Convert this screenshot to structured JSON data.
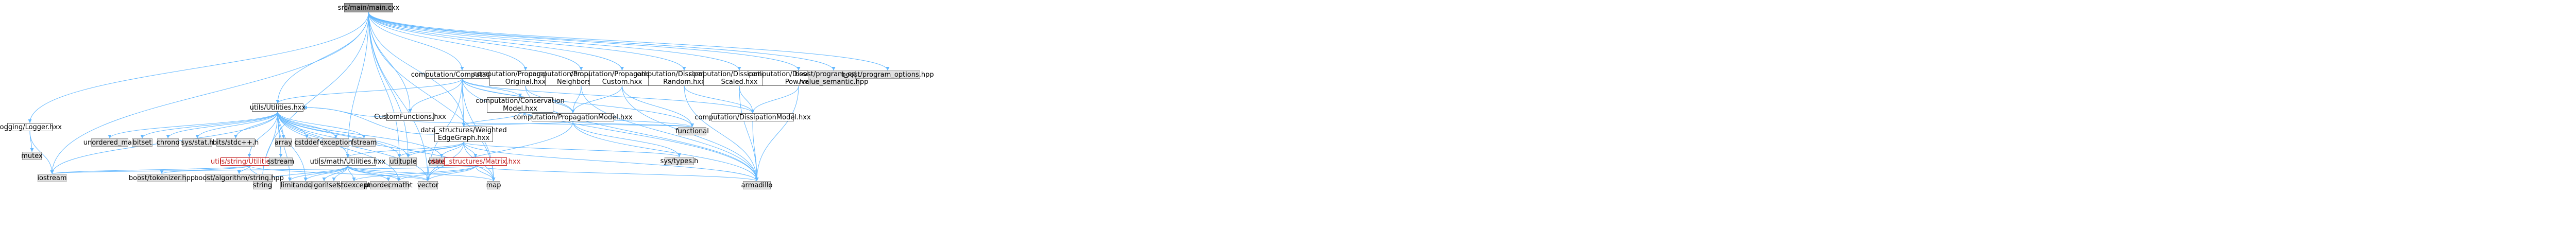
{
  "nodes": [
    {
      "id": "main",
      "label": "src/main/main.cxx",
      "style": "root"
    },
    {
      "id": "logger",
      "label": "logging/Logger.hxx",
      "style": "w"
    },
    {
      "id": "mutex",
      "label": "mutex",
      "style": "g"
    },
    {
      "id": "iostream",
      "label": "iostream",
      "style": "g"
    },
    {
      "id": "utilities",
      "label": "utils/Utilities.hxx",
      "style": "w"
    },
    {
      "id": "unordered_map",
      "label": "unordered_map",
      "style": "g"
    },
    {
      "id": "bitset",
      "label": "bitset",
      "style": "g"
    },
    {
      "id": "chrono",
      "label": "chrono",
      "style": "g"
    },
    {
      "id": "sysstat",
      "label": "sys/stat.h",
      "style": "g"
    },
    {
      "id": "bitsstdc",
      "label": "bits/stdc++.h",
      "style": "g"
    },
    {
      "id": "array",
      "label": "array",
      "style": "g"
    },
    {
      "id": "cstddef",
      "label": "cstddef",
      "style": "g"
    },
    {
      "id": "exception",
      "label": "exception",
      "style": "g"
    },
    {
      "id": "fstream",
      "label": "fstream",
      "style": "g"
    },
    {
      "id": "stringutil",
      "label": "utils/string/Utilities.hxx",
      "style": "red"
    },
    {
      "id": "tokenizer",
      "label": "boost/tokenizer.hpp",
      "style": "g"
    },
    {
      "id": "algostring",
      "label": "boost/algorithm/string.hpp",
      "style": "g"
    },
    {
      "id": "sstream",
      "label": "sstream",
      "style": "g"
    },
    {
      "id": "mathutil",
      "label": "utils/math/Utilities.hxx",
      "style": "w"
    },
    {
      "id": "string",
      "label": "string",
      "style": "g"
    },
    {
      "id": "limits",
      "label": "limits",
      "style": "g"
    },
    {
      "id": "random",
      "label": "random",
      "style": "g"
    },
    {
      "id": "algorithm",
      "label": "algorithm",
      "style": "g"
    },
    {
      "id": "set",
      "label": "set",
      "style": "g"
    },
    {
      "id": "stdexcept",
      "label": "stdexcept",
      "style": "g"
    },
    {
      "id": "unordered_set",
      "label": "unordered_set",
      "style": "g"
    },
    {
      "id": "cmath",
      "label": "cmath",
      "style": "g"
    },
    {
      "id": "vector",
      "label": "vector",
      "style": "g"
    },
    {
      "id": "map",
      "label": "map",
      "style": "g"
    },
    {
      "id": "utility",
      "label": "utility",
      "style": "g"
    },
    {
      "id": "tuple",
      "label": "tuple",
      "style": "g"
    },
    {
      "id": "ostream",
      "label": "ostream",
      "style": "g"
    },
    {
      "id": "matrix",
      "label": "data_structures/Matrix.hxx",
      "style": "red"
    },
    {
      "id": "weightedgraph",
      "label": "data_structures/Weighted\nEdgeGraph.hxx",
      "style": "w"
    },
    {
      "id": "customfunctions",
      "label": "CustomFunctions.hxx",
      "style": "w"
    },
    {
      "id": "functional",
      "label": "functional",
      "style": "g"
    },
    {
      "id": "computation",
      "label": "computation/Computation.hxx",
      "style": "w"
    },
    {
      "id": "conservation",
      "label": "computation/Conservation\nModel.hxx",
      "style": "w"
    },
    {
      "id": "propagation",
      "label": "computation/PropagationModel.hxx",
      "style": "w"
    },
    {
      "id": "systypes",
      "label": "sys/types.h",
      "style": "g"
    },
    {
      "id": "armadillo",
      "label": "armadillo",
      "style": "g"
    },
    {
      "id": "propagationoriginal",
      "label": "computation/PropagationModel\nOriginal.hxx",
      "style": "w"
    },
    {
      "id": "propagationneighbors",
      "label": "computation/PropagationModel\nNeighbors.hxx",
      "style": "w"
    },
    {
      "id": "propagationcustom",
      "label": "computation/PropagationModel\nCustom.hxx",
      "style": "w"
    },
    {
      "id": "dissipationrandom",
      "label": "computation/DissipationModel\nRandom.hxx",
      "style": "w"
    },
    {
      "id": "dissipationscaled",
      "label": "computation/DissipationModel\nScaled.hxx",
      "style": "w"
    },
    {
      "id": "dissipation",
      "label": "computation/DissipationModel.hxx",
      "style": "w"
    },
    {
      "id": "dissipationpow",
      "label": "computation/DissipationModel\nPow.hxx",
      "style": "w"
    },
    {
      "id": "progvalue",
      "label": "boost/program_options\n/value_semantic.hpp",
      "style": "g"
    },
    {
      "id": "progopts",
      "label": "boost/program_options.hpp",
      "style": "g"
    }
  ],
  "edges": [
    [
      "main",
      "logger"
    ],
    [
      "main",
      "iostream"
    ],
    [
      "main",
      "utilities"
    ],
    [
      "main",
      "customfunctions"
    ],
    [
      "main",
      "computation"
    ],
    [
      "main",
      "propagationoriginal"
    ],
    [
      "main",
      "propagationneighbors"
    ],
    [
      "main",
      "propagationcustom"
    ],
    [
      "main",
      "dissipationrandom"
    ],
    [
      "main",
      "dissipationscaled"
    ],
    [
      "main",
      "dissipationpow"
    ],
    [
      "main",
      "progvalue"
    ],
    [
      "main",
      "progopts"
    ],
    [
      "main",
      "weightedgraph"
    ],
    [
      "main",
      "string"
    ],
    [
      "main",
      "vector"
    ],
    [
      "main",
      "map"
    ],
    [
      "main",
      "mathutil"
    ],
    [
      "main",
      "utility"
    ],
    [
      "main",
      "tuple"
    ],
    [
      "logger",
      "mutex"
    ],
    [
      "logger",
      "iostream"
    ],
    [
      "utilities",
      "unordered_map"
    ],
    [
      "utilities",
      "bitset"
    ],
    [
      "utilities",
      "chrono"
    ],
    [
      "utilities",
      "sysstat"
    ],
    [
      "utilities",
      "bitsstdc"
    ],
    [
      "utilities",
      "array"
    ],
    [
      "utilities",
      "cstddef"
    ],
    [
      "utilities",
      "exception"
    ],
    [
      "utilities",
      "fstream"
    ],
    [
      "utilities",
      "stringutil"
    ],
    [
      "utilities",
      "iostream"
    ],
    [
      "utilities",
      "sstream"
    ],
    [
      "utilities",
      "mathutil"
    ],
    [
      "utilities",
      "string"
    ],
    [
      "utilities",
      "limits"
    ],
    [
      "utilities",
      "random"
    ],
    [
      "utilities",
      "vector"
    ],
    [
      "utilities",
      "utility"
    ],
    [
      "utilities",
      "tuple"
    ],
    [
      "utilities",
      "ostream"
    ],
    [
      "utilities",
      "map"
    ],
    [
      "utilities",
      "cmath"
    ],
    [
      "stringutil",
      "tokenizer"
    ],
    [
      "stringutil",
      "algostring"
    ],
    [
      "stringutil",
      "iostream"
    ],
    [
      "stringutil",
      "string"
    ],
    [
      "stringutil",
      "vector"
    ],
    [
      "mathutil",
      "limits"
    ],
    [
      "mathutil",
      "random"
    ],
    [
      "mathutil",
      "algorithm"
    ],
    [
      "mathutil",
      "set"
    ],
    [
      "mathutil",
      "stdexcept"
    ],
    [
      "mathutil",
      "unordered_set"
    ],
    [
      "mathutil",
      "cmath"
    ],
    [
      "mathutil",
      "vector"
    ],
    [
      "mathutil",
      "map"
    ],
    [
      "mathutil",
      "string"
    ],
    [
      "weightedgraph",
      "utilities"
    ],
    [
      "weightedgraph",
      "matrix"
    ],
    [
      "weightedgraph",
      "vector"
    ],
    [
      "weightedgraph",
      "map"
    ],
    [
      "weightedgraph",
      "ostream"
    ],
    [
      "weightedgraph",
      "tuple"
    ],
    [
      "weightedgraph",
      "utility"
    ],
    [
      "weightedgraph",
      "systypes"
    ],
    [
      "weightedgraph",
      "armadillo"
    ],
    [
      "weightedgraph",
      "mathutil"
    ],
    [
      "matrix",
      "vector"
    ],
    [
      "matrix",
      "map"
    ],
    [
      "matrix",
      "armadillo"
    ],
    [
      "matrix",
      "cmath"
    ],
    [
      "matrix",
      "iostream"
    ],
    [
      "matrix",
      "stdexcept"
    ],
    [
      "customfunctions",
      "utilities"
    ],
    [
      "customfunctions",
      "functional"
    ],
    [
      "computation",
      "conservation"
    ],
    [
      "computation",
      "propagation"
    ],
    [
      "computation",
      "dissipation"
    ],
    [
      "computation",
      "weightedgraph"
    ],
    [
      "computation",
      "utilities"
    ],
    [
      "computation",
      "customfunctions"
    ],
    [
      "computation",
      "armadillo"
    ],
    [
      "computation",
      "vector"
    ],
    [
      "computation",
      "map"
    ],
    [
      "computation",
      "functional"
    ],
    [
      "conservation",
      "propagation"
    ],
    [
      "conservation",
      "functional"
    ],
    [
      "conservation",
      "weightedgraph"
    ],
    [
      "propagation",
      "weightedgraph"
    ],
    [
      "propagation",
      "armadillo"
    ],
    [
      "propagation",
      "functional"
    ],
    [
      "propagation",
      "systypes"
    ],
    [
      "propagation",
      "vector"
    ],
    [
      "propagationoriginal",
      "propagation"
    ],
    [
      "propagationoriginal",
      "armadillo"
    ],
    [
      "propagationneighbors",
      "propagation"
    ],
    [
      "propagationneighbors",
      "armadillo"
    ],
    [
      "propagationcustom",
      "propagation"
    ],
    [
      "propagationcustom",
      "armadillo"
    ],
    [
      "propagationcustom",
      "functional"
    ],
    [
      "dissipationrandom",
      "dissipation"
    ],
    [
      "dissipationrandom",
      "armadillo"
    ],
    [
      "dissipationscaled",
      "dissipation"
    ],
    [
      "dissipationscaled",
      "armadillo"
    ],
    [
      "dissipationpow",
      "dissipation"
    ],
    [
      "dissipationpow",
      "armadillo"
    ],
    [
      "dissipation",
      "armadillo"
    ]
  ],
  "colors": {
    "edge": "#63b8ff",
    "root_fill": "#999999",
    "ext_fill": "#e0e0e0",
    "highlight": "#c41e1e"
  }
}
